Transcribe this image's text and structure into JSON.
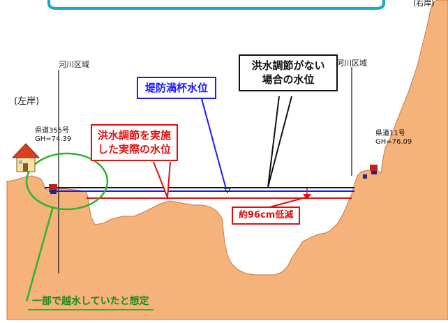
{
  "top_right_partial": "(右岸)",
  "left_bank": "(左岸)",
  "river_area_left": "河川区域",
  "river_area_right": "河川区域",
  "prefectural_road_left": {
    "name": "県道355号",
    "gh": "GH=74.39"
  },
  "prefectural_road_right": {
    "name": "県道11号",
    "gh": "GH=76.09"
  },
  "bank_full_level": "堤防満杯水位",
  "no_control_level": {
    "line1": "洪水調節がない",
    "line2": "場合の水位"
  },
  "actual_level": {
    "line1": "洪水調節を実施",
    "line2": "した実際の水位"
  },
  "reduction": "約96cm低減",
  "overflow_note": "一部で越水していたと想定",
  "colors": {
    "ground": "#f5b27a",
    "bank_full": "#1a1aff",
    "no_control": "#111111",
    "actual": "#e01010",
    "overflow": "#2bb52b",
    "header_band": "#1aa7c9"
  }
}
